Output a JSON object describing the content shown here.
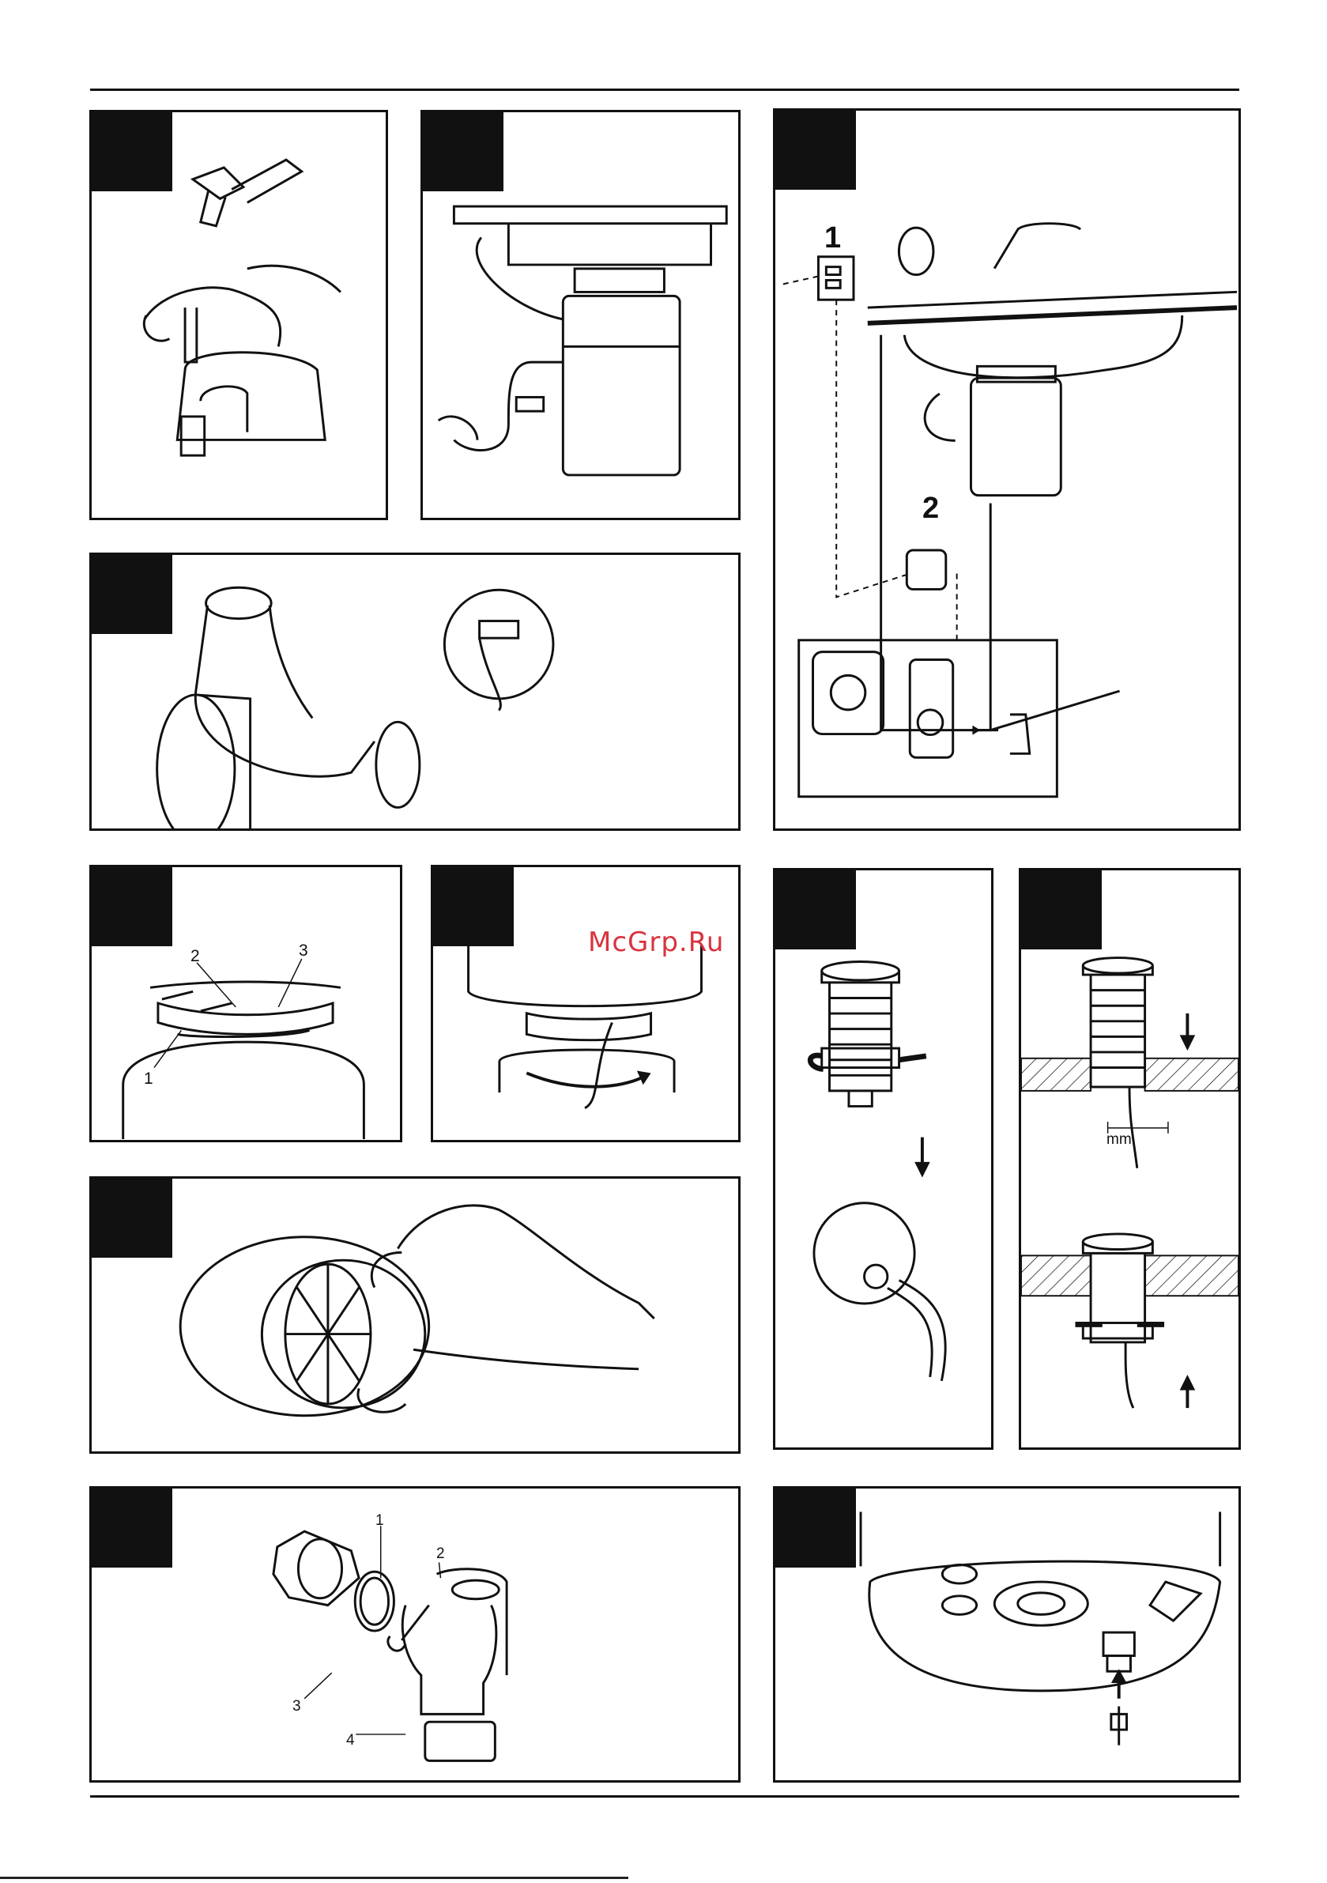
{
  "watermark": "McGrp.Ru",
  "panels": {
    "p4": {
      "label_1": "1",
      "label_2": "2"
    },
    "p5": {
      "label_1": "1",
      "label_2": "2",
      "label_3": "3"
    },
    "p9": {
      "unit": "mm"
    },
    "p11": {
      "label_1": "1",
      "label_2": "2",
      "label_3": "3",
      "label_4": "4"
    }
  },
  "colors": {
    "ink": "#111111",
    "watermark": "#d9333f"
  }
}
